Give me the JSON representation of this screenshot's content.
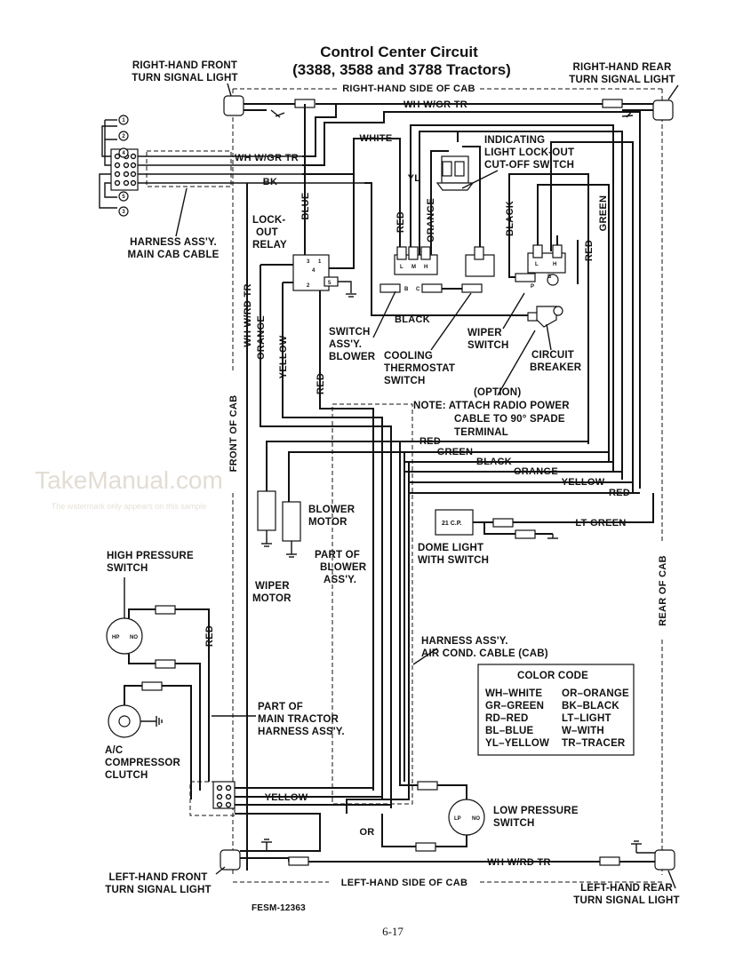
{
  "title": {
    "line1": "Control Center Circuit",
    "line2": "(3388, 3588 and 3788 Tractors)"
  },
  "cab_sides": {
    "right": "RIGHT-HAND SIDE OF CAB",
    "left": "LEFT-HAND SIDE OF CAB",
    "front": "FRONT OF CAB",
    "rear": "REAR OF CAB"
  },
  "lights": {
    "rh_front_1": "RIGHT-HAND FRONT",
    "rh_front_2": "TURN SIGNAL LIGHT",
    "rh_rear_1": "RIGHT-HAND REAR",
    "rh_rear_2": "TURN SIGNAL LIGHT",
    "lh_front_1": "LEFT-HAND FRONT",
    "lh_front_2": "TURN SIGNAL LIGHT",
    "lh_rear_1": "LEFT-HAND REAR",
    "lh_rear_2": "TURN SIGNAL LIGHT"
  },
  "connector_numbers": [
    "1",
    "2",
    "4",
    "5",
    "3"
  ],
  "components": {
    "indicating_1": "INDICATING",
    "indicating_2": "LIGHT LOCK-OUT",
    "indicating_3": "CUT-OFF SWITCH",
    "harness_main_1": "HARNESS ASS'Y.",
    "harness_main_2": "MAIN CAB CABLE",
    "lockout_1": "LOCK-",
    "lockout_2": "OUT",
    "lockout_3": "RELAY",
    "switch_blower_1": "SWITCH",
    "switch_blower_2": "ASS'Y.",
    "switch_blower_3": "BLOWER",
    "cooling_1": "COOLING",
    "cooling_2": "THERMOSTAT",
    "cooling_3": "SWITCH",
    "wiper_switch_1": "WIPER",
    "wiper_switch_2": "SWITCH",
    "breaker_1": "CIRCUIT",
    "breaker_2": "BREAKER",
    "note_1": "(OPTION)",
    "note_2": "NOTE:  ATTACH RADIO POWER",
    "note_3": "CABLE TO 90° SPADE",
    "note_4": "TERMINAL",
    "blower_motor_1": "BLOWER",
    "blower_motor_2": "MOTOR",
    "part_blower_1": "PART OF",
    "part_blower_2": "BLOWER",
    "part_blower_3": "ASS'Y.",
    "wiper_motor_1": "WIPER",
    "wiper_motor_2": "MOTOR",
    "dome_1": "DOME LIGHT",
    "dome_2": "WITH SWITCH",
    "dome_cp": "21 C.P.",
    "hp_switch_1": "HIGH PRESSURE",
    "hp_switch_2": "SWITCH",
    "ac_harness_1": "HARNESS ASS'Y.",
    "ac_harness_2": "AIR COND. CABLE (CAB)",
    "part_main_1": "PART OF",
    "part_main_2": "MAIN TRACTOR",
    "part_main_3": "HARNESS ASS'Y.",
    "compressor_1": "A/C",
    "compressor_2": "COMPRESSOR",
    "compressor_3": "CLUTCH",
    "lp_switch_1": "LOW PRESSURE",
    "lp_switch_2": "SWITCH",
    "hp_left": "HP",
    "hp_right": "NO",
    "lp_left": "LP",
    "lp_right": "NO",
    "terminal_l": "L",
    "terminal_m": "M",
    "terminal_h": "H",
    "terminal_b": "B",
    "terminal_c": "C",
    "terminal_p": "P",
    "relay_1": "1",
    "relay_2": "2",
    "relay_3": "3",
    "relay_4": "4",
    "relay_5": "5"
  },
  "wires": {
    "wh_w_gr_tr_top": "WH W/GR TR",
    "wh_w_gr_tr_left": "WH W/GR TR",
    "bk": "BK",
    "white": "WHITE",
    "yl": "YL",
    "red_1": "RED",
    "orange_1": "ORANGE",
    "black_1": "BLACK",
    "red_2": "RED",
    "green_1": "GREEN",
    "blue": "BLUE",
    "wh_w_rd_tr": "WH W/RD TR",
    "orange_2": "ORANGE",
    "yellow_1": "YELLOW",
    "red_3": "RED",
    "black_2": "BLACK",
    "bus_red": "RED",
    "bus_green": "GREEN",
    "bus_black": "BLACK",
    "bus_orange": "ORANGE",
    "bus_yellow": "YELLOW",
    "bus_red_2": "RED",
    "lt_green": "LT GREEN",
    "red_4": "RED",
    "yellow_2": "YELLOW",
    "or": "OR",
    "wh_w_rd_tr_bottom": "WH W/RD TR"
  },
  "color_code": {
    "title": "COLOR CODE",
    "rows": [
      [
        "WH–WHITE",
        "OR–ORANGE"
      ],
      [
        "GR–GREEN",
        "BK–BLACK"
      ],
      [
        "RD–RED",
        "LT–LIGHT"
      ],
      [
        "BL–BLUE",
        "W–WITH"
      ],
      [
        "YL–YELLOW",
        "TR–TRACER"
      ]
    ]
  },
  "figure_id": "FESM-12363",
  "page_number": "6-17",
  "watermark": {
    "main": "TakeManual.com",
    "sub": "The watermark only appears on this sample"
  }
}
